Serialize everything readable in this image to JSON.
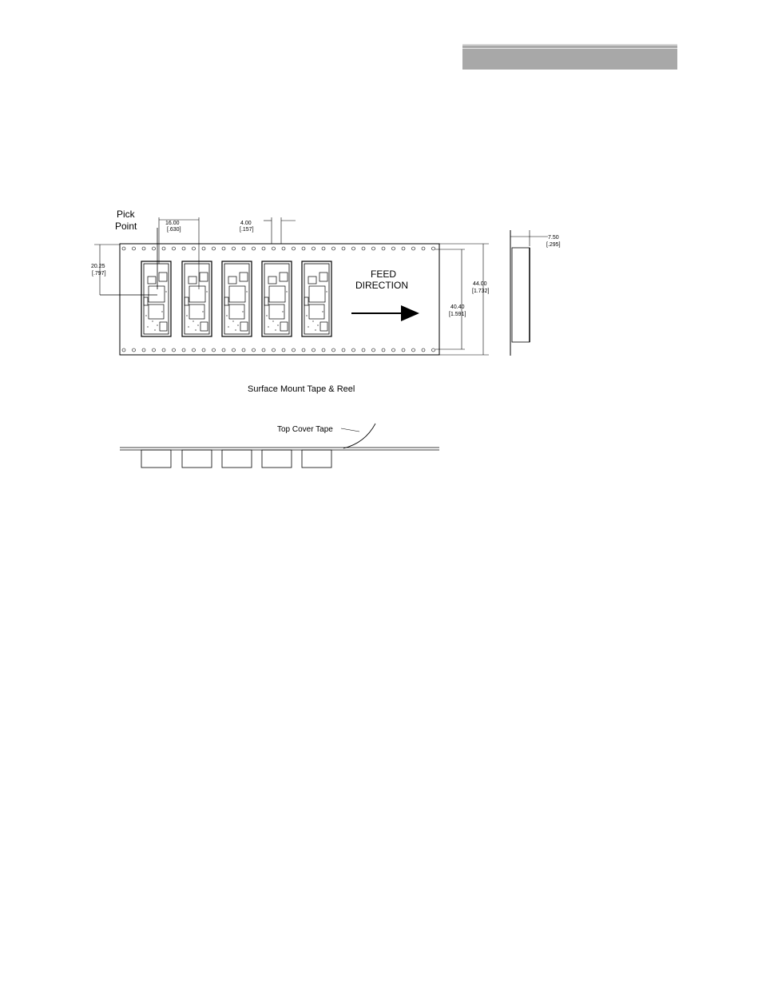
{
  "diagram": {
    "pick_point": [
      "Pick",
      "Point"
    ],
    "pitch_dim": [
      "16.00",
      "[.630]"
    ],
    "sprocket_dim": [
      "4.00",
      "[.157]"
    ],
    "offset_dim": [
      "20.25",
      "[.797]"
    ],
    "width_dim": [
      "44.00",
      "[1.732]"
    ],
    "inner_dim": [
      "40.40",
      "[1.591]"
    ],
    "depth_dim": [
      "7.50",
      "[.295]"
    ],
    "feed_direction": [
      "FEED",
      "DIRECTION"
    ],
    "caption": "Surface Mount Tape & Reel",
    "cover_tape_label": "Top Cover Tape"
  }
}
